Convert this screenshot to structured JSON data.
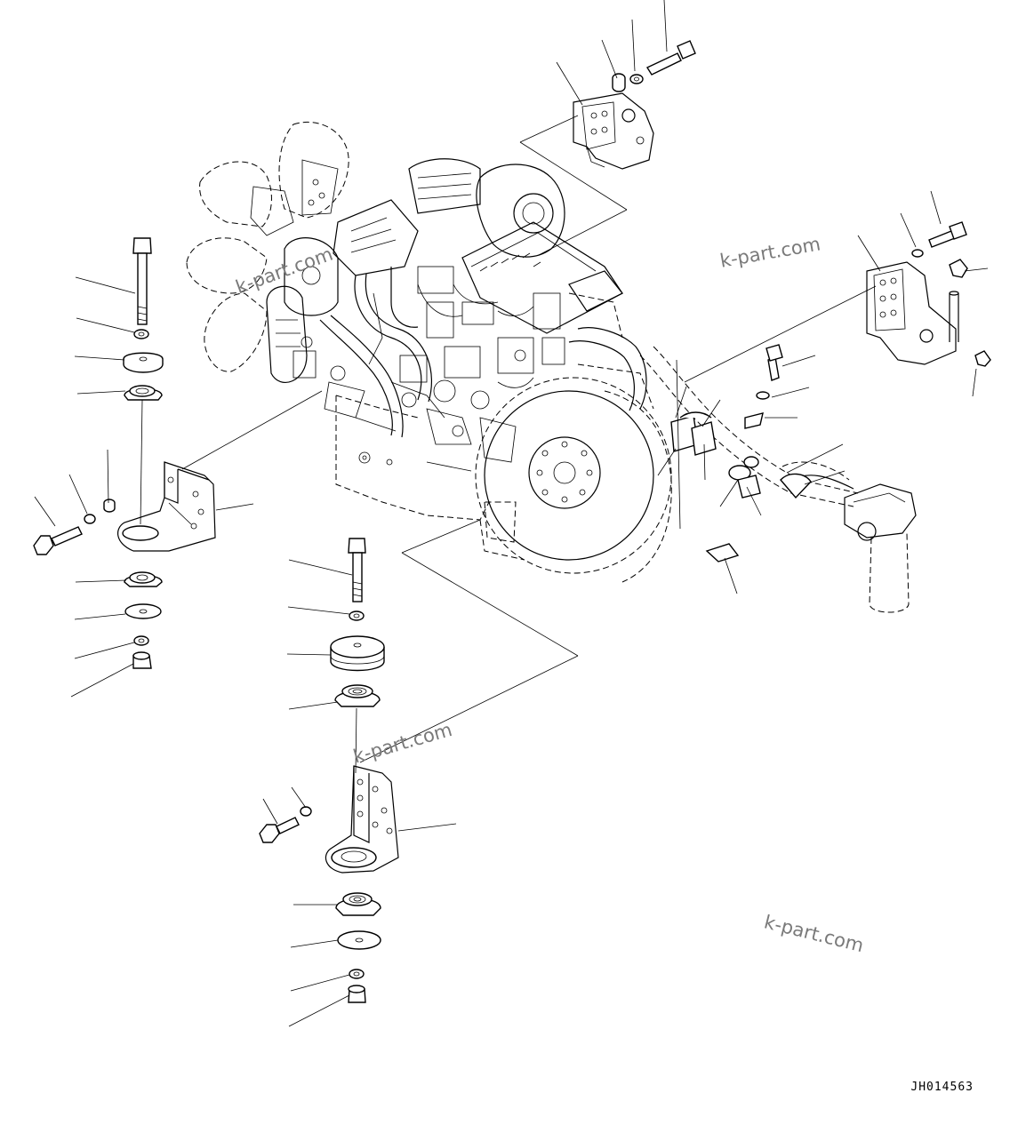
{
  "drawing": {
    "code": "JH014563",
    "watermarks": [
      "k-part.com",
      "k-part.com",
      "k-part.com",
      "k-part.com"
    ]
  },
  "icons": {
    "engine": "engine-assembly-icon",
    "bolt": "bolt-icon",
    "washer": "washer-icon",
    "nut": "nut-icon",
    "mount": "rubber-mount-icon",
    "bracket": "mounting-bracket-icon",
    "clamp": "hose-clamp-icon",
    "filter": "filter-icon"
  }
}
